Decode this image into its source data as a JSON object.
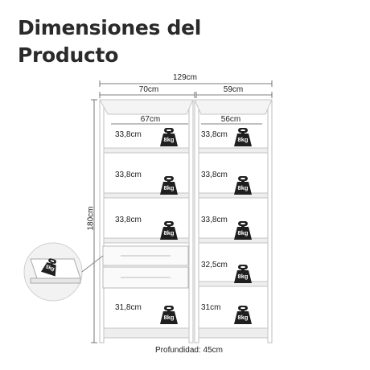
{
  "title_line1": "Dimensiones del",
  "title_line2": "Producto",
  "dims": {
    "total_width": "129cm",
    "left_width": "70cm",
    "right_width": "59cm",
    "left_inner": "67cm",
    "right_inner": "56cm",
    "height": "180cm",
    "depth": "Profundidad: 45cm"
  },
  "left_column": [
    "33,8cm",
    "33,8cm",
    "33,8cm",
    "31,8cm"
  ],
  "right_column": [
    "33,8cm",
    "33,8cm",
    "33,8cm",
    "32,5cm",
    "31cm"
  ],
  "weight_label": "8kg",
  "drawer_weight_label": "5kg",
  "colors": {
    "frame": "#c9c9c9",
    "shelf": "#efefef",
    "weight": "#1f1f1f"
  }
}
